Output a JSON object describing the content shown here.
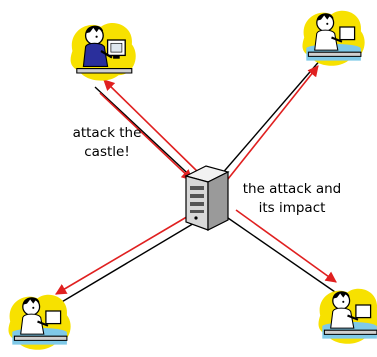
{
  "diagram": {
    "label_left": [
      "attack the",
      "castle!"
    ],
    "label_right": [
      "the attack and",
      "its impact"
    ],
    "nodes": [
      "user-top-left",
      "user-top-right",
      "server-center",
      "user-bottom-left",
      "user-bottom-right"
    ],
    "colors": {
      "link": "#000000",
      "attack_arrow": "#e02020",
      "person_yellow": "#f7e100",
      "person_blue": "#7fc9e8",
      "server_body": "#d8d8d8"
    }
  }
}
